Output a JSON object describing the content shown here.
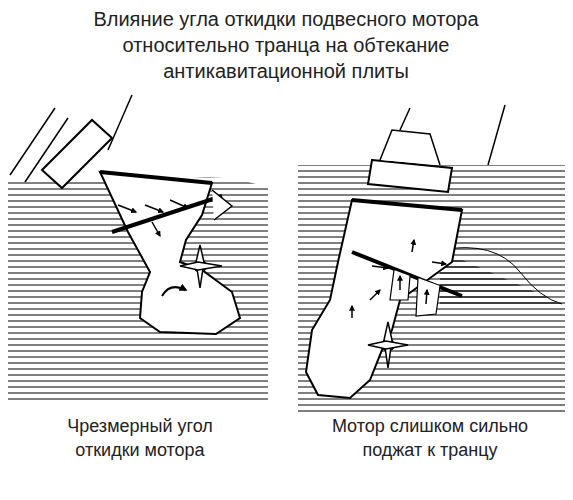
{
  "diagram": {
    "title": "Влияние угла откидки подвесного мотора относительно транца на обтекание антикавитационной плиты",
    "labels": [
      "Чрезмерный угол откидки мотора",
      "Мотор слишком сильно поджат к транцу"
    ]
  }
}
